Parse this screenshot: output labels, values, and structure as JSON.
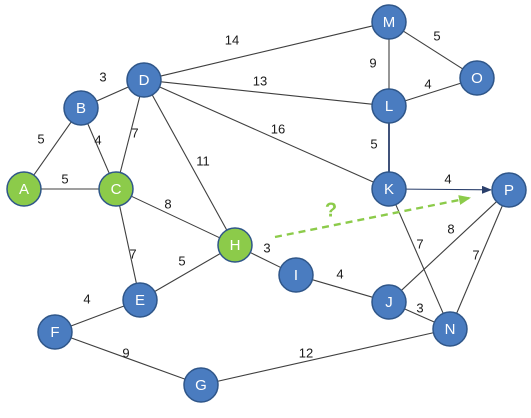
{
  "colors": {
    "node_default": "#4A7CC0",
    "node_highlight": "#8CCB4A",
    "node_stroke": "#2F5689",
    "edge": "#3f3f3f",
    "edge_strong": "#2a3f6b",
    "dashed_arrow": "#8CCB4A"
  },
  "nodes": [
    {
      "id": "A",
      "label": "A",
      "highlight": true
    },
    {
      "id": "B",
      "label": "B",
      "highlight": false
    },
    {
      "id": "C",
      "label": "C",
      "highlight": true
    },
    {
      "id": "D",
      "label": "D",
      "highlight": false
    },
    {
      "id": "E",
      "label": "E",
      "highlight": false
    },
    {
      "id": "F",
      "label": "F",
      "highlight": false
    },
    {
      "id": "G",
      "label": "G",
      "highlight": false
    },
    {
      "id": "H",
      "label": "H",
      "highlight": true
    },
    {
      "id": "I",
      "label": "I",
      "highlight": false
    },
    {
      "id": "J",
      "label": "J",
      "highlight": false
    },
    {
      "id": "K",
      "label": "K",
      "highlight": false
    },
    {
      "id": "L",
      "label": "L",
      "highlight": false
    },
    {
      "id": "M",
      "label": "M",
      "highlight": false
    },
    {
      "id": "N",
      "label": "N",
      "highlight": false
    },
    {
      "id": "O",
      "label": "O",
      "highlight": false
    },
    {
      "id": "P",
      "label": "P",
      "highlight": false
    }
  ],
  "edges": [
    {
      "from": "A",
      "to": "B",
      "weight": "5"
    },
    {
      "from": "A",
      "to": "C",
      "weight": "5"
    },
    {
      "from": "B",
      "to": "C",
      "weight": "4"
    },
    {
      "from": "B",
      "to": "D",
      "weight": "3"
    },
    {
      "from": "C",
      "to": "D",
      "weight": "7"
    },
    {
      "from": "C",
      "to": "E",
      "weight": "7"
    },
    {
      "from": "C",
      "to": "H",
      "weight": "8"
    },
    {
      "from": "D",
      "to": "H",
      "weight": "11"
    },
    {
      "from": "D",
      "to": "M",
      "weight": "14"
    },
    {
      "from": "D",
      "to": "L",
      "weight": "13"
    },
    {
      "from": "D",
      "to": "K",
      "weight": "16"
    },
    {
      "from": "M",
      "to": "O",
      "weight": "5"
    },
    {
      "from": "M",
      "to": "L",
      "weight": "9"
    },
    {
      "from": "L",
      "to": "O",
      "weight": "4"
    },
    {
      "from": "L",
      "to": "K",
      "weight": "5",
      "strong": true
    },
    {
      "from": "K",
      "to": "P",
      "weight": "4",
      "arrow": true
    },
    {
      "from": "K",
      "to": "N",
      "weight": "7"
    },
    {
      "from": "P",
      "to": "J",
      "weight": "8"
    },
    {
      "from": "P",
      "to": "N",
      "weight": "7"
    },
    {
      "from": "J",
      "to": "N",
      "weight": "3"
    },
    {
      "from": "H",
      "to": "I",
      "weight": "3"
    },
    {
      "from": "H",
      "to": "E",
      "weight": "5"
    },
    {
      "from": "I",
      "to": "J",
      "weight": "4"
    },
    {
      "from": "E",
      "to": "F",
      "weight": "4"
    },
    {
      "from": "F",
      "to": "G",
      "weight": "9"
    },
    {
      "from": "G",
      "to": "N",
      "weight": "12"
    }
  ],
  "question": {
    "label": "?",
    "from": "H",
    "to": "P"
  }
}
